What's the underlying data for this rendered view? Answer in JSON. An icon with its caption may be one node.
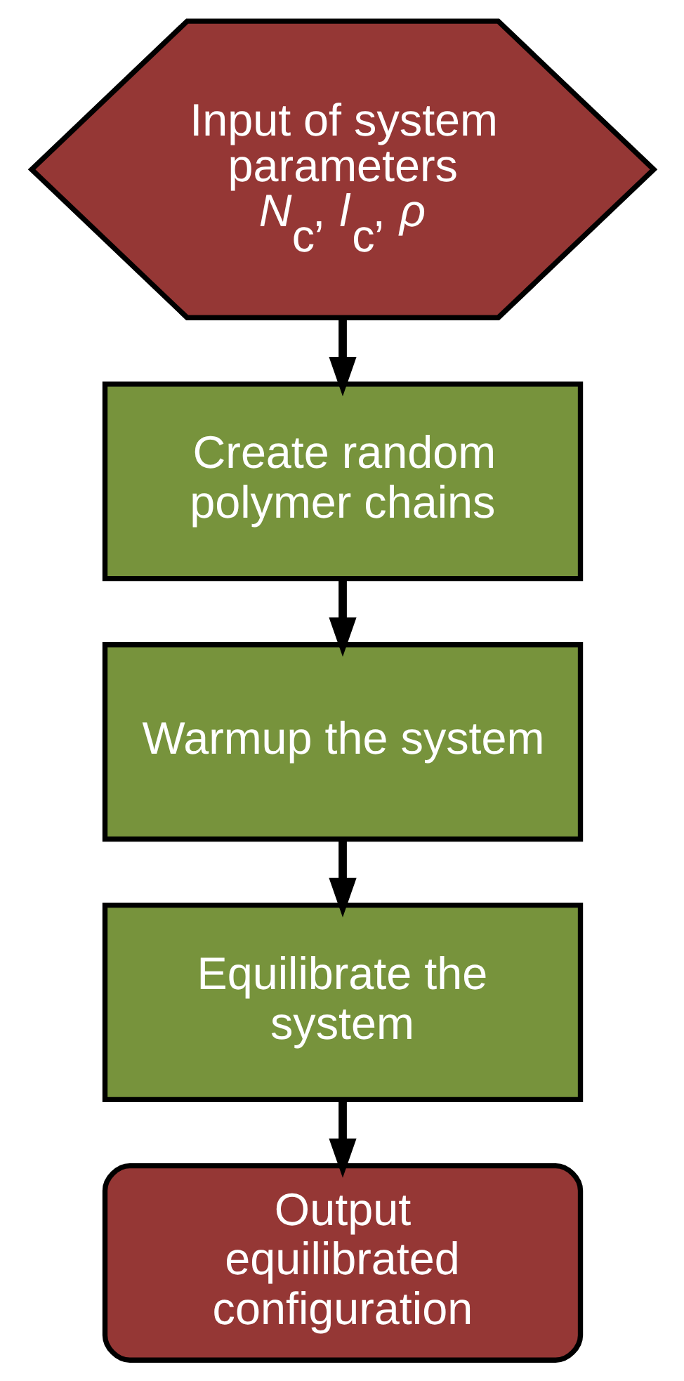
{
  "diagram": {
    "nodes": [
      {
        "text": [
          "Input of system parameters",
          "*N*$_{c}$, *l*$_{c}$, *ρ*"
        ]
      },
      {
        "text": [
          "Create random polymer chains"
        ]
      },
      {
        "text": [
          "Warmup the system"
        ]
      },
      {
        "text": [
          "Equilibrate the system"
        ]
      },
      {
        "text": [
          "Output equilibrated configuration"
        ]
      }
    ],
    "edges": [
      {
        "from": 0,
        "to": 1,
        "arrow": "to"
      },
      {
        "from": 1,
        "to": 2,
        "arrow": "to"
      },
      {
        "from": 2,
        "to": 3,
        "arrow": "to"
      },
      {
        "from": 3,
        "to": 4,
        "arrow": "to"
      }
    ]
  }
}
